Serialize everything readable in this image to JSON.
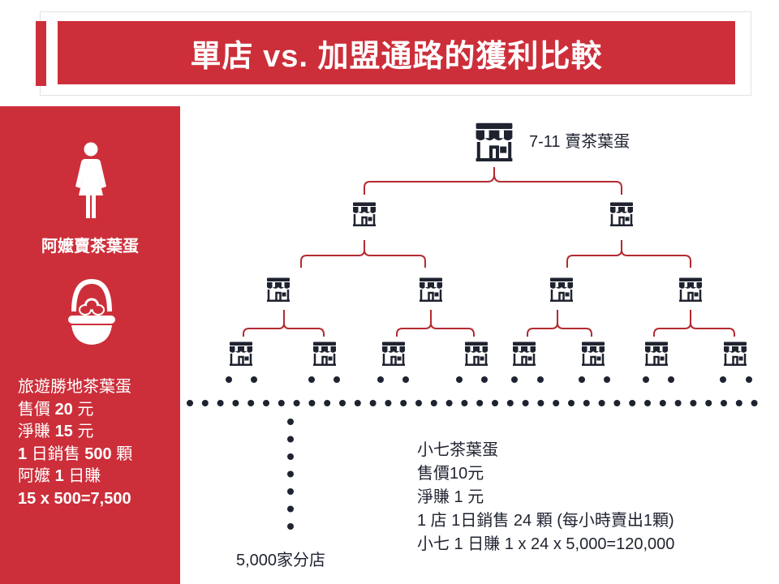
{
  "title": "單店 vs. 加盟通路的獲利比較",
  "colors": {
    "accent": "#cc2f3a",
    "text": "#1f2330",
    "background": "#ffffff"
  },
  "left_panel": {
    "person_icon": "woman-icon",
    "basket_icon": "egg-basket-icon",
    "name": "阿嬤賣茶葉蛋",
    "lines": [
      {
        "text": "旅遊勝地茶葉蛋"
      },
      {
        "pre": "售價",
        "num": "20",
        "post": "元"
      },
      {
        "pre": "淨賺",
        "num": "15",
        "post": "元"
      },
      {
        "num1": "1",
        "pre": "日銷售",
        "num": "500",
        "post": "顆"
      },
      {
        "pre": "阿嬤",
        "num": "1",
        "post": "日賺"
      },
      {
        "formula": "15 x 500=7,500"
      }
    ]
  },
  "diagram": {
    "store_icon": "store-icon",
    "top_label": "7-11 賣茶葉蛋",
    "branch_label": "5,000家分店",
    "info_lines": [
      "小七茶葉蛋",
      "售價10元",
      "淨賺 1 元",
      "1 店 1日銷售 24 顆 (每小時賣出1顆)",
      "小七 1 日賺 1 x 24 x  5,000=120,000"
    ]
  }
}
